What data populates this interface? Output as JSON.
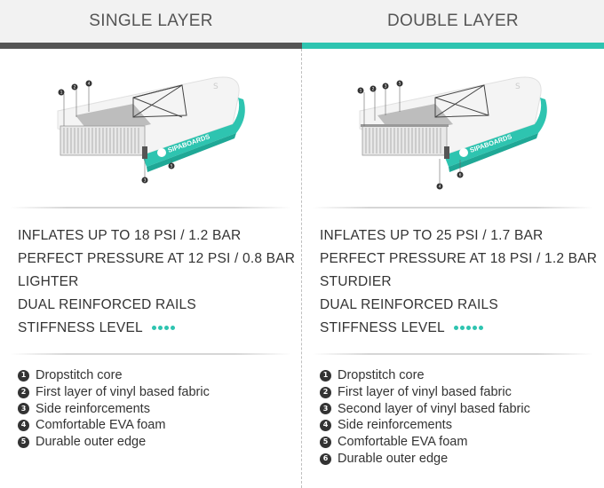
{
  "colors": {
    "accent": "#2ec4b0",
    "dark": "#555555"
  },
  "single": {
    "title": "SINGLE LAYER",
    "brand": "SIPABOARDS",
    "callouts": [
      "1",
      "2",
      "4",
      "3",
      "5"
    ],
    "features": [
      "INFLATES UP TO 18 PSI / 1.2 BAR",
      "PERFECT PRESSURE AT 12 PSI / 0.8 BAR",
      "LIGHTER",
      "DUAL REINFORCED RAILS",
      "STIFFNESS LEVEL"
    ],
    "stiffness_dots": 4,
    "legend": [
      {
        "num": "1",
        "text": "Dropstitch core"
      },
      {
        "num": "2",
        "text": "First layer of vinyl based fabric"
      },
      {
        "num": "3",
        "text": "Side reinforcements"
      },
      {
        "num": "4",
        "text": "Comfortable EVA foam"
      },
      {
        "num": "5",
        "text": "Durable outer edge"
      }
    ]
  },
  "double": {
    "title": "DOUBLE LAYER",
    "brand": "SIPABOARDS",
    "callouts": [
      "1",
      "2",
      "3",
      "5",
      "4",
      "6"
    ],
    "features": [
      "INFLATES UP TO 25 PSI / 1.7 BAR",
      "PERFECT PRESSURE AT 18 PSI / 1.2 BAR",
      "STURDIER",
      "DUAL REINFORCED RAILS",
      "STIFFNESS LEVEL"
    ],
    "stiffness_dots": 5,
    "legend": [
      {
        "num": "1",
        "text": "Dropstitch core"
      },
      {
        "num": "2",
        "text": "First layer of vinyl based fabric"
      },
      {
        "num": "3",
        "text": "Second layer of vinyl based fabric"
      },
      {
        "num": "4",
        "text": "Side reinforcements"
      },
      {
        "num": "5",
        "text": "Comfortable EVA foam"
      },
      {
        "num": "6",
        "text": "Durable outer edge"
      }
    ]
  }
}
